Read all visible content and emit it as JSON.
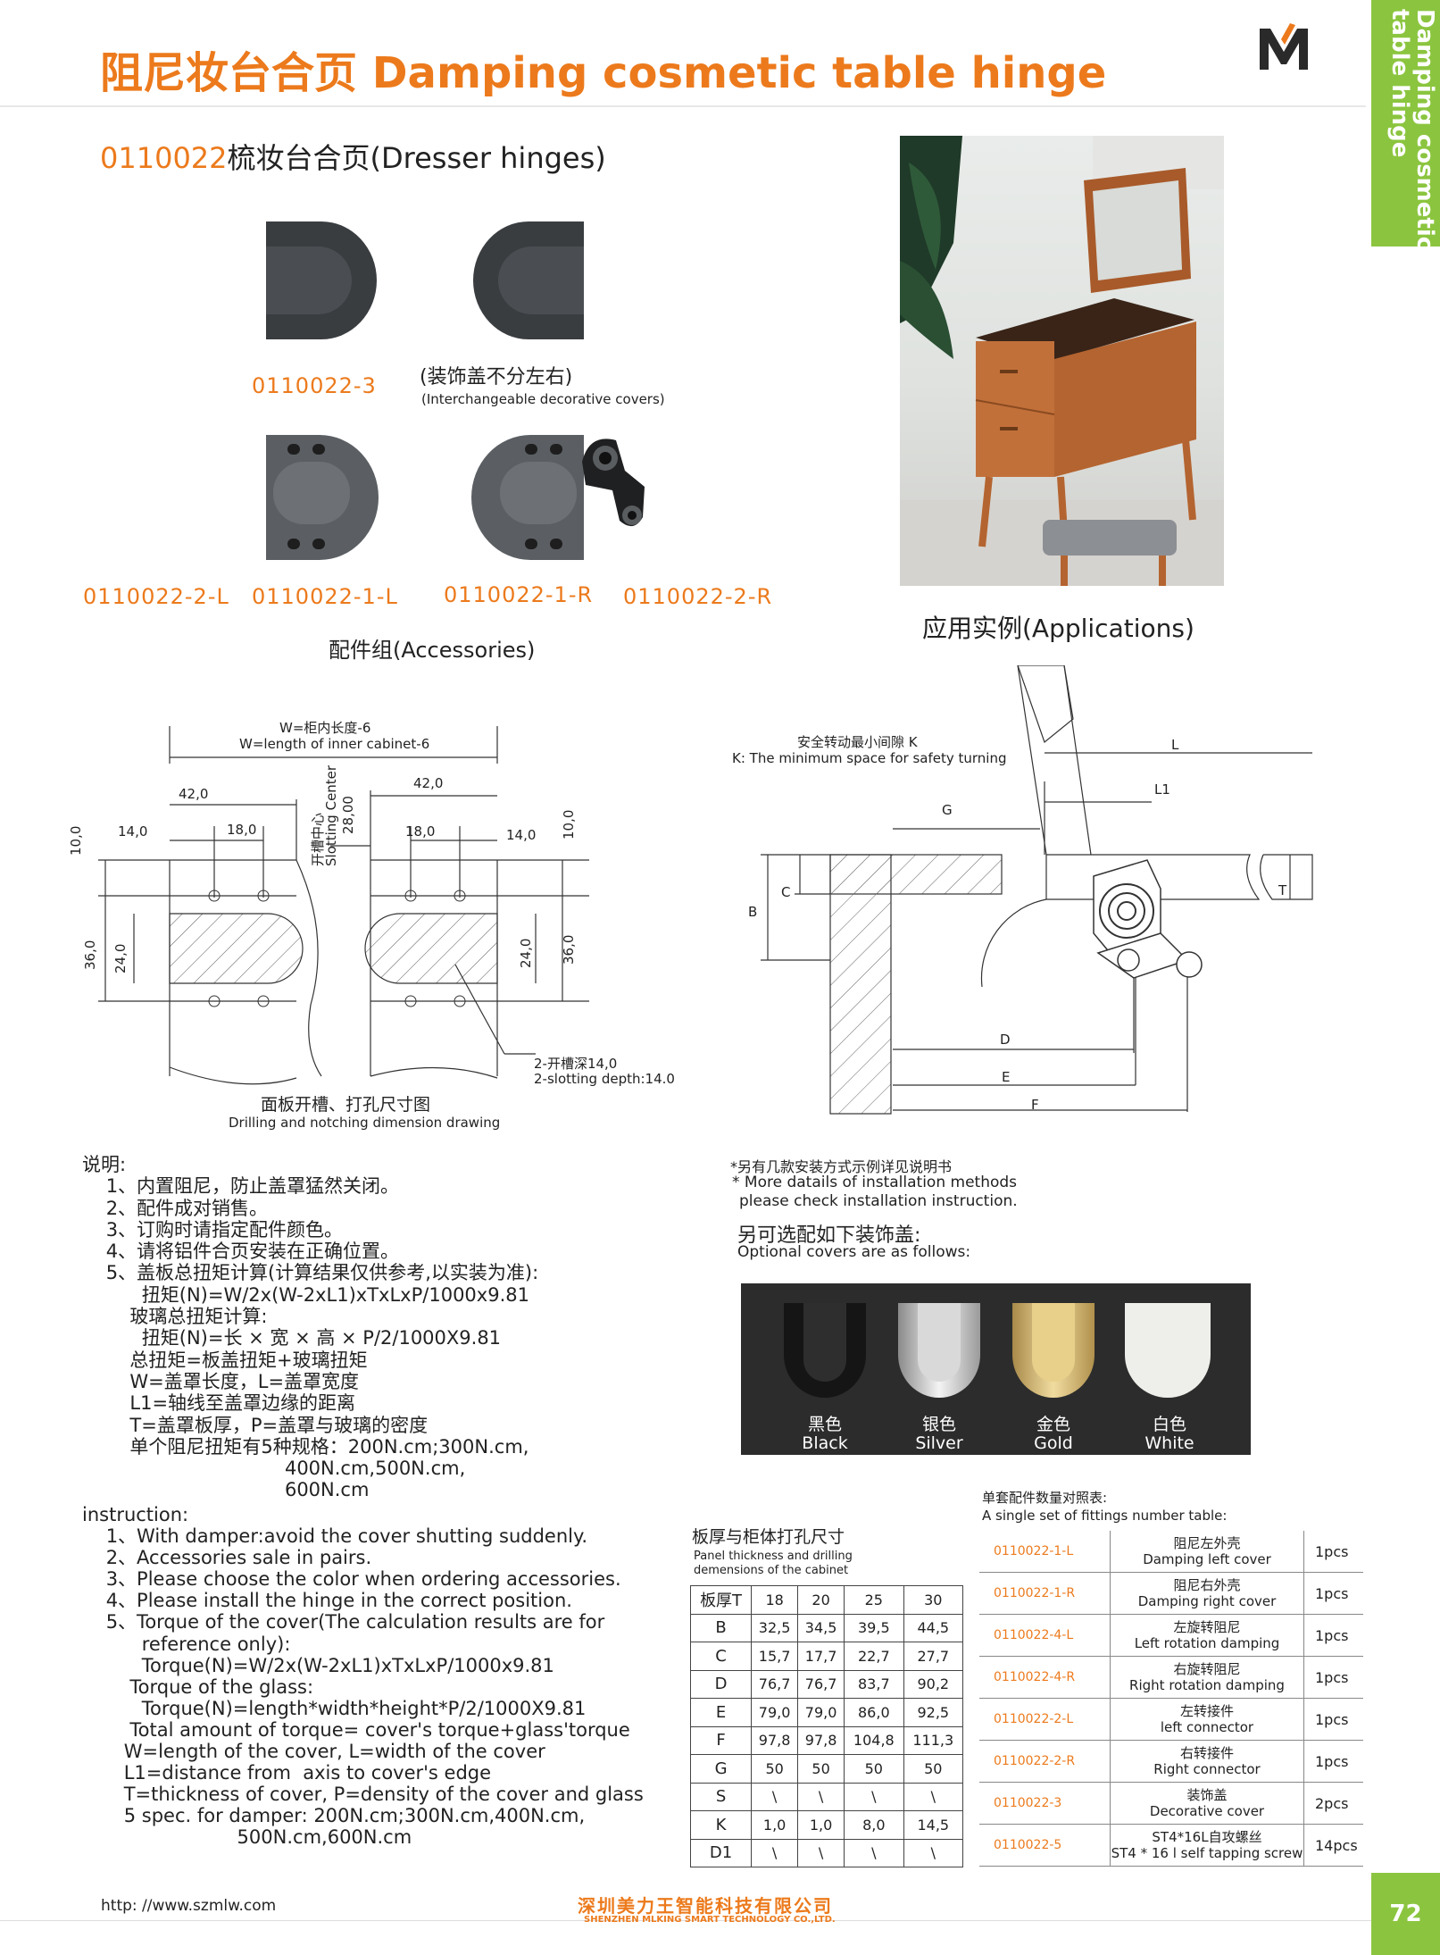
{
  "header": {
    "title": "阻尼妆台合页 Damping cosmetic table hinge",
    "side_tab": "Damping cosmetic\ntable hinge",
    "brand_color": "#ec7a1c",
    "accent_color": "#8bc53f"
  },
  "product": {
    "code": "0110022",
    "name": "梳妆台合页(Dresser hinges)"
  },
  "accessories": {
    "cover_part": "0110022-3",
    "cover_note_cn": "(装饰盖不分左右)",
    "cover_note_en": "(Interchangeable decorative covers)",
    "parts": [
      "0110022-2-L",
      "0110022-1-L",
      "0110022-1-R",
      "0110022-2-R"
    ],
    "group_label": "配件组(Accessories)"
  },
  "applications_label": "应用实例(Applications)",
  "drawing_left": {
    "w_cn": "W=柜内长度-6",
    "w_en": "W=length of inner cabinet-6",
    "dim_42a": "42,0",
    "dim_42b": "42,0",
    "slot_center_cn": "开槽中心",
    "slot_center_en": "Slotting Center",
    "dim_28": "28,00",
    "dim_14a": "14,0",
    "dim_18a": "18,0",
    "dim_18b": "18,0",
    "dim_14b": "14,0",
    "dim_10a": "10,0",
    "dim_10b": "10,0",
    "dim_36a": "36,0",
    "dim_24a": "24,0",
    "dim_24b": "24,0",
    "dim_36b": "36,0",
    "slot_depth_cn": "2-开槽深14,0",
    "slot_depth_en": "2-slotting depth:14.0",
    "caption_cn": "面板开槽、打孔尺寸图",
    "caption_en": "Drilling and notching dimension drawing"
  },
  "drawing_right": {
    "k_cn": "安全转动最小间隙 K",
    "k_en": "K: The minimum  space for safety turning",
    "L": "L",
    "L1": "L1",
    "G": "G",
    "C": "C",
    "B": "B",
    "T": "T",
    "D": "D",
    "E": "E",
    "F": "F"
  },
  "install_note": {
    "cn": "*另有几款安装方式示例详见说明书",
    "en1": "* More datails of installation methods",
    "en2": "please check installation instruction."
  },
  "optional_covers": {
    "title_cn": "另可选配如下装饰盖:",
    "title_en": "Optional covers are as follows:",
    "colors": [
      {
        "cn": "黑色",
        "en": "Black"
      },
      {
        "cn": "银色",
        "en": "Silver"
      },
      {
        "cn": "金色",
        "en": "Gold"
      },
      {
        "cn": "白色",
        "en": "White"
      }
    ]
  },
  "notes_cn": "说明:\n    1、内置阻尼，防止盖罩猛然关闭。\n    2、配件成对销售。\n    3、订购时请指定配件颜色。\n    4、请将铝件合页安装在正确位置。\n    5、盖板总扭矩计算(计算结果仅供参考,以实装为准):\n          扭矩(N)=W/2x(W-2xL1)xTxLxP/1000x9.81\n        玻璃总扭矩计算:\n          扭矩(N)=长 × 宽 × 高 × P/2/1000X9.81\n        总扭矩=板盖扭矩+玻璃扭矩\n        W=盖罩长度，L=盖罩宽度\n        L1=轴线至盖罩边缘的距离\n        T=盖罩板厚，P=盖罩与玻璃的密度\n        单个阻尼扭矩有5种规格：200N.cm;300N.cm,\n                                  400N.cm,500N.cm,\n                                  600N.cm",
  "notes_en": "instruction:\n    1、With damper:avoid the cover shutting suddenly.\n    2、Accessories sale in pairs.\n    3、Please choose the color when ordering accessories.\n    4、Please install the hinge in the correct position.\n    5、Torque of the cover(The calculation results are for\n          reference only):\n          Torque(N)=W/2x(W-2xL1)xTxLxP/1000x9.81\n        Torque of the glass:\n          Torque(N)=length*width*height*P/2/1000X9.81\n        Total amount of torque= cover's torque+glass'torque\n       W=length of the cover, L=width of the cover\n       L1=distance from  axis to cover's edge\n       T=thickness of cover, P=density of the cover and glass\n       5 spec. for damper: 200N.cm;300N.cm,400N.cm,\n                          500N.cm,600N.cm",
  "panel_table": {
    "title_cn": "板厚与柜体打孔尺寸",
    "title_en1": "Panel thickness and drilling",
    "title_en2": "demensions of the cabinet",
    "header": [
      "板厚T",
      "18",
      "20",
      "25",
      "30"
    ],
    "rows": [
      [
        "B",
        "32,5",
        "34,5",
        "39,5",
        "44,5"
      ],
      [
        "C",
        "15,7",
        "17,7",
        "22,7",
        "27,7"
      ],
      [
        "D",
        "76,7",
        "76,7",
        "83,7",
        "90,2"
      ],
      [
        "E",
        "79,0",
        "79,0",
        "86,0",
        "92,5"
      ],
      [
        "F",
        "97,8",
        "97,8",
        "104,8",
        "111,3"
      ],
      [
        "G",
        "50",
        "50",
        "50",
        "50"
      ],
      [
        "S",
        "\\",
        "\\",
        "\\",
        "\\"
      ],
      [
        "K",
        "1,0",
        "1,0",
        "8,0",
        "14,5"
      ],
      [
        "D1",
        "\\",
        "\\",
        "\\",
        "\\"
      ]
    ]
  },
  "fittings_table": {
    "title_cn": "单套配件数量对照表:",
    "title_en": "A single set of fittings number table:",
    "rows": [
      {
        "code": "0110022-1-L",
        "cn": "阻尼左外壳",
        "en": "Damping left cover",
        "qty": "1pcs"
      },
      {
        "code": "0110022-1-R",
        "cn": "阻尼右外壳",
        "en": "Damping right cover",
        "qty": "1pcs"
      },
      {
        "code": "0110022-4-L",
        "cn": "左旋转阻尼",
        "en": "Left rotation damping",
        "qty": "1pcs"
      },
      {
        "code": "0110022-4-R",
        "cn": "右旋转阻尼",
        "en": "Right rotation damping",
        "qty": "1pcs"
      },
      {
        "code": "0110022-2-L",
        "cn": "左转接件",
        "en": "left connector",
        "qty": "1pcs"
      },
      {
        "code": "0110022-2-R",
        "cn": "右转接件",
        "en": "Right connector",
        "qty": "1pcs"
      },
      {
        "code": "0110022-3",
        "cn": "装饰盖",
        "en": "Decorative cover",
        "qty": "2pcs"
      },
      {
        "code": "0110022-5",
        "cn": "ST4*16L自攻螺丝",
        "en": "ST4 * 16 l self tapping screw",
        "qty": "14pcs"
      }
    ]
  },
  "footer": {
    "url": "http: //www.szmlw.com",
    "company_cn": "深圳美力王智能科技有限公司",
    "company_en": "SHENZHEN MLKING SMART TECHNOLOGY CO.,LTD.",
    "page": "72"
  }
}
